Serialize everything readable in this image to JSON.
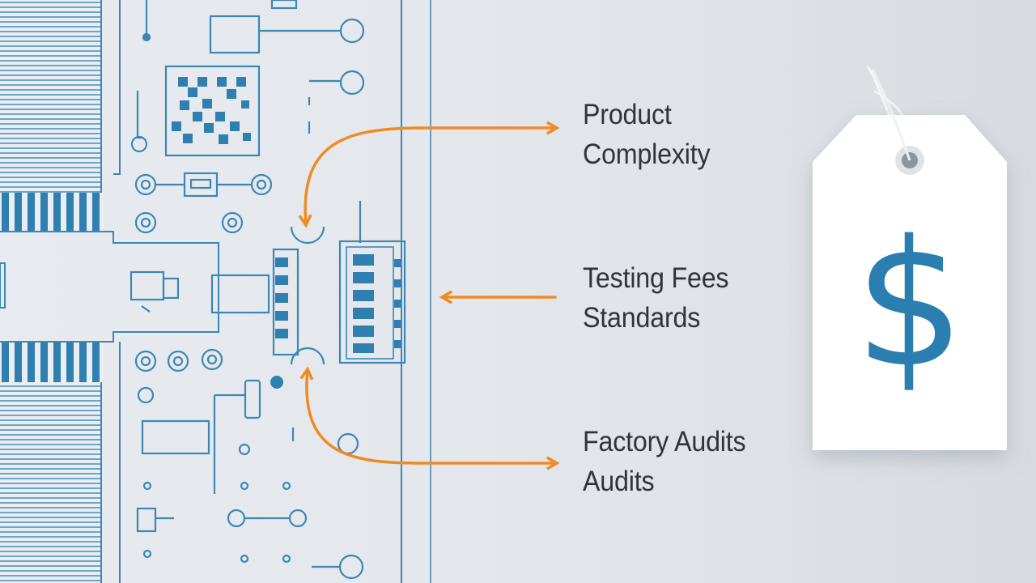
{
  "labels": {
    "product": {
      "line1": "Product",
      "line2": "Complexity"
    },
    "testing": {
      "line1": "Testing Fees",
      "line2": "Standards"
    },
    "factory": {
      "line1": "Factory Audits",
      "line2": "Audits"
    }
  },
  "price_tag": {
    "symbol": "$"
  },
  "colors": {
    "background": "#e4e8ec",
    "circuit_line": "#3d86b5",
    "circuit_fill": "#2f7fb0",
    "arrow": "#f08a24",
    "tag": "#ffffff",
    "dollar": "#2a7fb0",
    "text": "#2f3438"
  },
  "icons": [
    "circuit-board-icon",
    "price-tag-icon",
    "dollar-icon",
    "arrow-icon"
  ]
}
